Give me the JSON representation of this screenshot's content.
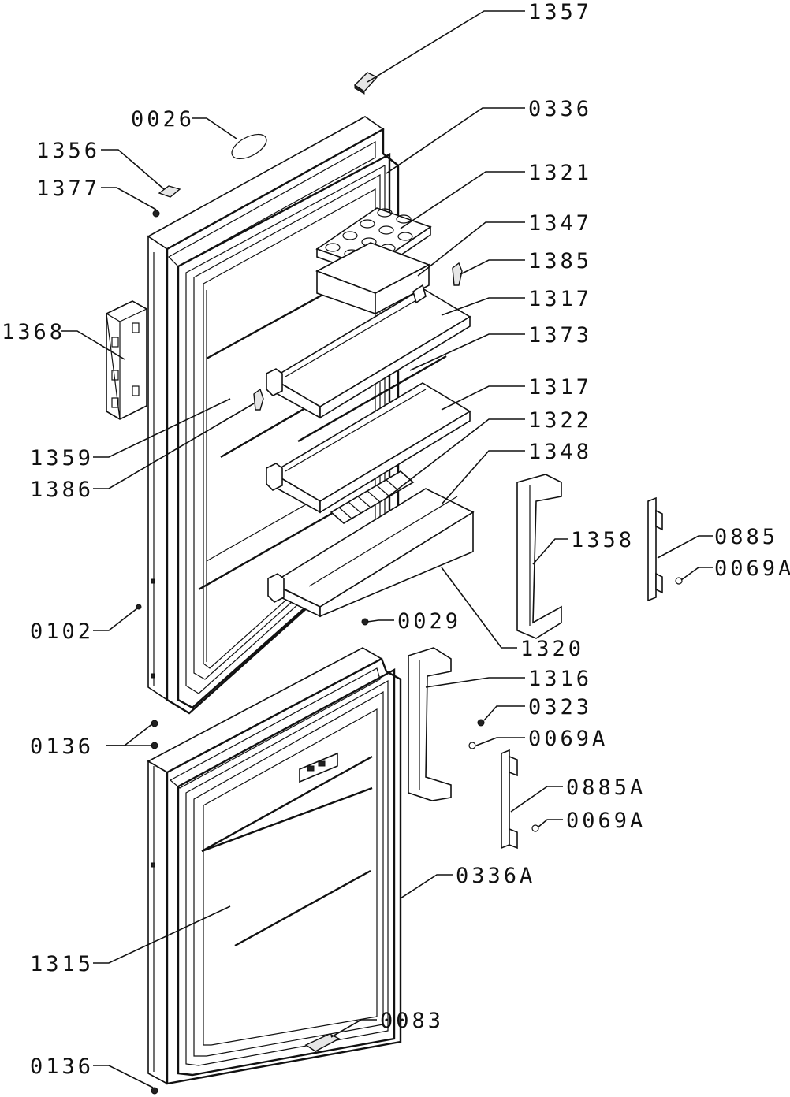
{
  "diagram": {
    "labels": {
      "p1357": "1357",
      "p0026": "0026",
      "p0336": "0336",
      "p1356": "1356",
      "p1321": "1321",
      "p1377": "1377",
      "p1347": "1347",
      "p1385": "1385",
      "p1317a": "1317",
      "p1368": "1368",
      "p1373": "1373",
      "p1317b": "1317",
      "p1322": "1322",
      "p1359": "1359",
      "p1348": "1348",
      "p1386": "1386",
      "p1358": "1358",
      "p0885": "0885",
      "p0069a1": "0069A",
      "p0102": "0102",
      "p0029": "0029",
      "p1320": "1320",
      "p1316": "1316",
      "p0323": "0323",
      "p0136a": "0136",
      "p0069a2": "0069A",
      "p0885a": "0885A",
      "p0069a3": "0069A",
      "p0336a": "0336A",
      "p1315": "1315",
      "p0083": "0083",
      "p0136b": "0136"
    }
  }
}
